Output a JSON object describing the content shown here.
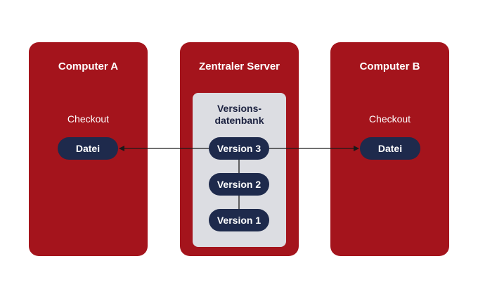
{
  "computer_a": {
    "title": "Computer A",
    "checkout_label": "Checkout",
    "file_label": "Datei"
  },
  "server": {
    "title": "Zentraler Server",
    "database_label_line1": "Versions-",
    "database_label_line2": "datenbank",
    "versions": [
      "Version 3",
      "Version 2",
      "Version 1"
    ]
  },
  "computer_b": {
    "title": "Computer B",
    "checkout_label": "Checkout",
    "file_label": "Datei"
  },
  "colors": {
    "panel": "#a4141c",
    "database_box": "#dcdde2",
    "pill": "#1e2a4c",
    "arrow": "#1a1a1a"
  }
}
